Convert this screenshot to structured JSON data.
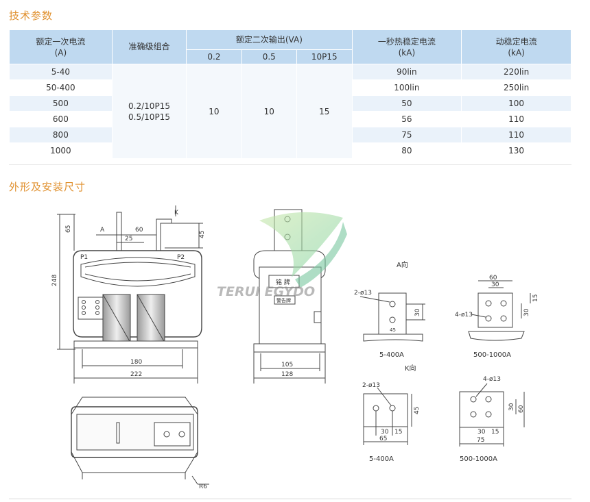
{
  "section1": {
    "title": "技术参数"
  },
  "section2": {
    "title": "外形及安装尺寸"
  },
  "table": {
    "headers": {
      "rated_primary_current": [
        "额定一次电流",
        "(A)"
      ],
      "accuracy_class": "准确级组合",
      "rated_secondary_output": "额定二次输出(VA)",
      "output_sub": [
        "0.2",
        "0.5",
        "10P15"
      ],
      "thermal_current": [
        "一秒热稳定电流",
        "(kA)"
      ],
      "dynamic_current": [
        "动稳定电流",
        "(kA)"
      ]
    },
    "accuracy_values": [
      "0.2/10P15",
      "0.5/10P15"
    ],
    "output_values": [
      "10",
      "10",
      "15"
    ],
    "rows": [
      {
        "current": "5-40",
        "thermal": "90lin",
        "dynamic": "220lin"
      },
      {
        "current": "50-400",
        "thermal": "100lin",
        "dynamic": "250lin"
      },
      {
        "current": "500",
        "thermal": "50",
        "dynamic": "100"
      },
      {
        "current": "600",
        "thermal": "56",
        "dynamic": "110"
      },
      {
        "current": "800",
        "thermal": "75",
        "dynamic": "110"
      },
      {
        "current": "1000",
        "thermal": "80",
        "dynamic": "130"
      }
    ]
  },
  "drawing": {
    "front_view": {
      "labels": [
        "P1",
        "P2"
      ],
      "dims": {
        "d65": "65",
        "d248": "248",
        "d60": "60",
        "d25": "25",
        "d45": "45",
        "d180": "180",
        "d222": "222"
      },
      "arrows": {
        "a": "A",
        "k": "K"
      }
    },
    "side_view": {
      "dims": {
        "d105": "105",
        "d128": "128"
      },
      "plate_text": "铭  牌",
      "warning_text": "警告牌"
    },
    "watermark": "TERUI   EGYDO",
    "a_direction": {
      "title": "A向",
      "left": {
        "holes": "2-ø13",
        "d30": "30",
        "d45": "45",
        "caption": "5-400A"
      },
      "right": {
        "holes": "4-ø13",
        "d60": "60",
        "d30a": "30",
        "d30b": "30",
        "d15": "15",
        "caption": "500-1000A"
      }
    },
    "k_direction": {
      "title": "K向",
      "left": {
        "holes": "2-ø13",
        "d45": "45",
        "d65": "65",
        "d30": "30",
        "d15": "15",
        "caption": "5-400A"
      },
      "right": {
        "holes": "4-ø13",
        "d30": "30",
        "d60": "60",
        "d15": "15",
        "d30b": "30",
        "d75": "75",
        "caption": "500-1000A"
      }
    },
    "bottom_view": {
      "radius": "R6"
    }
  }
}
